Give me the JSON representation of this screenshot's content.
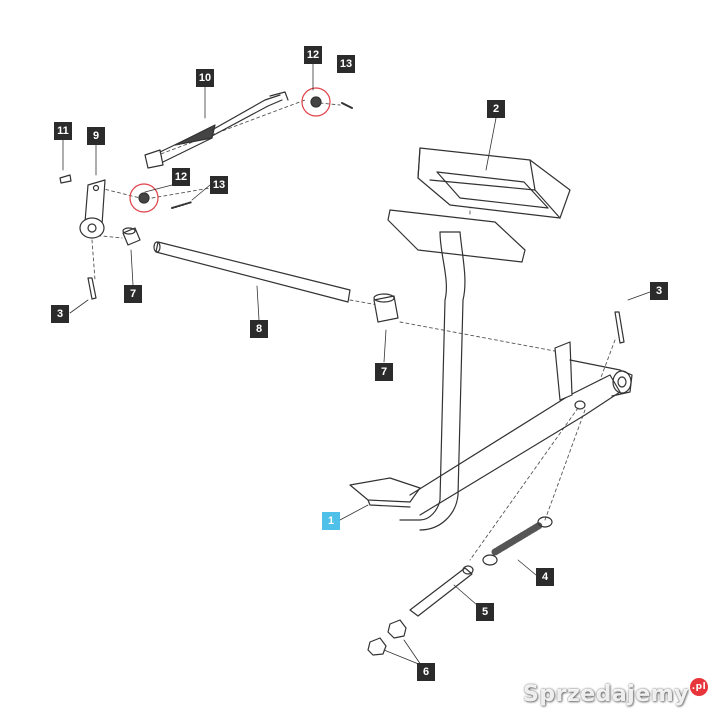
{
  "callouts": {
    "c1": "1",
    "c2": "2",
    "c3a": "3",
    "c3b": "3",
    "c4": "4",
    "c5": "5",
    "c6": "6",
    "c7a": "7",
    "c7b": "7",
    "c8": "8",
    "c9": "9",
    "c10": "10",
    "c11": "11",
    "c12a": "12",
    "c12b": "12",
    "c13a": "13",
    "c13b": "13"
  },
  "watermark": {
    "text": "Sprzedajemy",
    "badge": ".pl"
  },
  "colors": {
    "callout_bg": "#2b2b2b",
    "highlight_callout_bg": "#4fc0e8",
    "highlight_circle": "#e0404a",
    "line": "#333333",
    "leader_dash": "#555555"
  }
}
